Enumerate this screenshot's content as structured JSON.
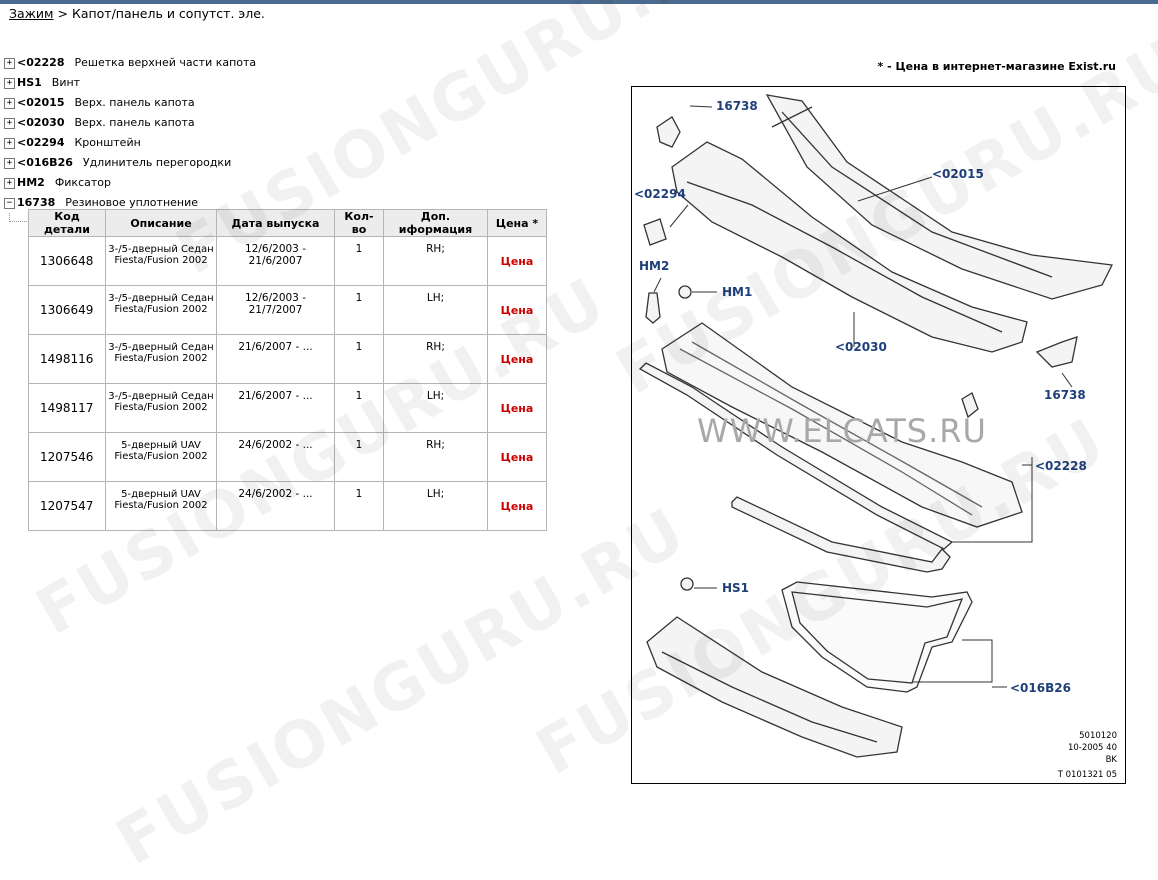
{
  "breadcrumb": {
    "link": "Зажим",
    "separator": ">",
    "current": "Капот/панель и сопутст. эле."
  },
  "tree": [
    {
      "toggle": "+",
      "code": "<02228",
      "name": "Решетка верхней части капота"
    },
    {
      "toggle": "+",
      "code": "HS1",
      "name": "Винт"
    },
    {
      "toggle": "+",
      "code": "<02015",
      "name": "Верх. панель капота"
    },
    {
      "toggle": "+",
      "code": "<02030",
      "name": "Верх. панель капота"
    },
    {
      "toggle": "+",
      "code": "<02294",
      "name": "Кронштейн"
    },
    {
      "toggle": "+",
      "code": "<016B26",
      "name": "Удлинитель перегородки"
    },
    {
      "toggle": "+",
      "code": "HM2",
      "name": "Фиксатор"
    },
    {
      "toggle": "−",
      "code": "16738",
      "name": "Резиновое уплотнение"
    }
  ],
  "table": {
    "headers": [
      "Код детали",
      "Описание",
      "Дата выпуска",
      "Кол-во",
      "Доп. иформация",
      "Цена *"
    ],
    "price_label": "Цена",
    "rows": [
      {
        "code": "1306648",
        "desc1": "3-/5-дверный Седан",
        "desc2": "Fiesta/Fusion 2002",
        "date": "12/6/2003 - 21/6/2007",
        "qty": "1",
        "info": "RH;"
      },
      {
        "code": "1306649",
        "desc1": "3-/5-дверный Седан",
        "desc2": "Fiesta/Fusion 2002",
        "date": "12/6/2003 - 21/7/2007",
        "qty": "1",
        "info": "LH;"
      },
      {
        "code": "1498116",
        "desc1": "3-/5-дверный Седан",
        "desc2": "Fiesta/Fusion 2002",
        "date": "21/6/2007 - ...",
        "qty": "1",
        "info": "RH;"
      },
      {
        "code": "1498117",
        "desc1": "3-/5-дверный Седан",
        "desc2": "Fiesta/Fusion 2002",
        "date": "21/6/2007 - ...",
        "qty": "1",
        "info": "LH;"
      },
      {
        "code": "1207546",
        "desc1": "5-дверный UAV",
        "desc2": "Fiesta/Fusion 2002",
        "date": "24/6/2002 - ...",
        "qty": "1",
        "info": "RH;"
      },
      {
        "code": "1207547",
        "desc1": "5-дверный UAV",
        "desc2": "Fiesta/Fusion 2002",
        "date": "24/6/2002 - ...",
        "qty": "1",
        "info": "LH;"
      }
    ]
  },
  "price_note": "* - Цена в интернет-магазине Exist.ru",
  "diagram": {
    "callouts": [
      "16738",
      "<02015",
      "<02294",
      "HM2",
      "HM1",
      "<02030",
      "16738",
      "<02228",
      "HS1",
      "<016B26"
    ],
    "footer": [
      "5010120",
      "10-2005 40",
      "BK",
      "T 0101321 05"
    ],
    "watermark": "WWW.ELCATS.RU"
  },
  "watermark": "FUSIONGURU.RU",
  "colors": {
    "price": "#cc0000",
    "callout": "#1f3f7a",
    "header_bg": "#ececec",
    "topbar": "#4a6a8e"
  }
}
